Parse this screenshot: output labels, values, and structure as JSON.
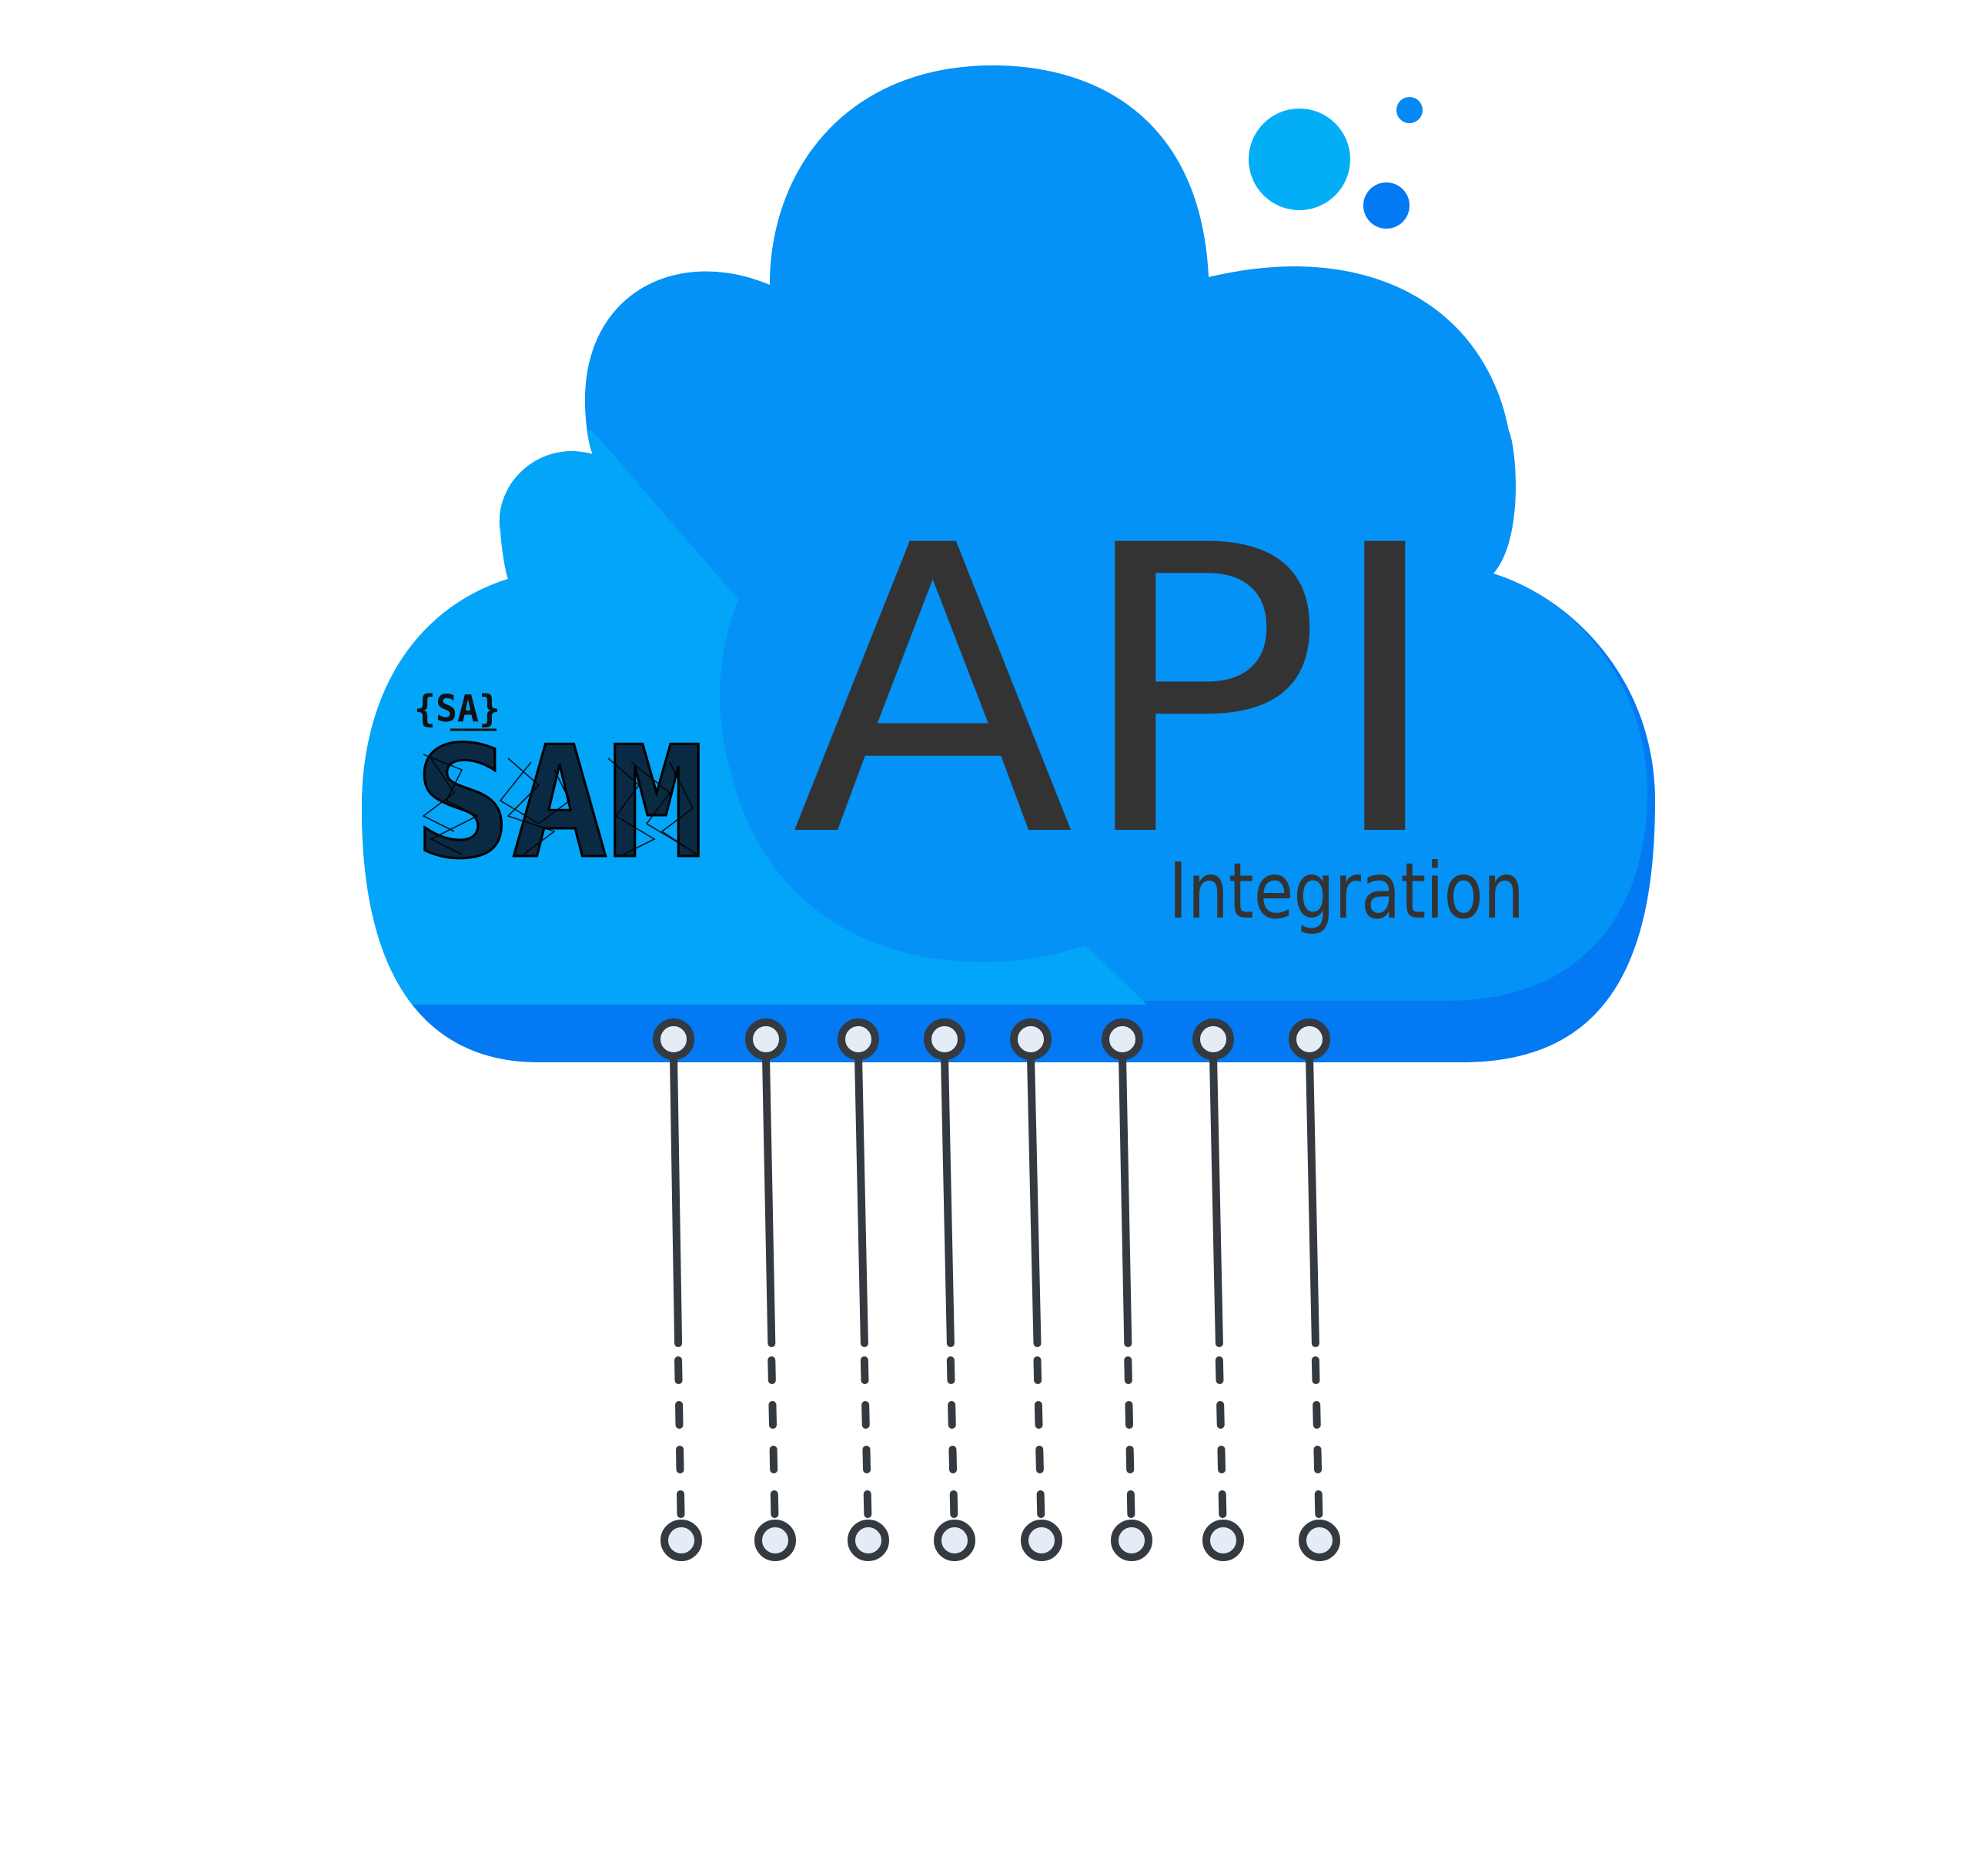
{
  "headline": "API",
  "subheadline": "Integration",
  "logo": {
    "badge": "{SA}",
    "wordmark": "SAM"
  },
  "connector_count": 8,
  "colors": {
    "cloud_shadow": "#0379f4",
    "cloud_main": "#0492f6",
    "cloud_light": "#03a5f8",
    "bubble_large": "#04aef7",
    "bubble_medium": "#0379f4",
    "bubble_small": "#0488f4",
    "text_dark": "#333333",
    "wire": "#343a40",
    "node_fill": "#e4edf6"
  }
}
